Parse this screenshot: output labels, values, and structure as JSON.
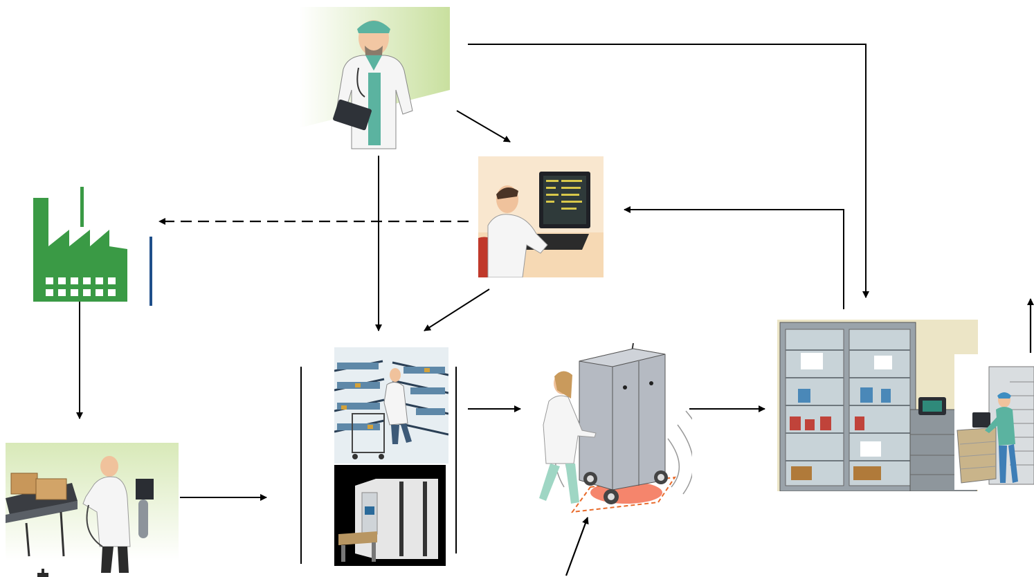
{
  "diagram": {
    "nodes": [
      {
        "id": "doctor",
        "icon": "doctor-clipboard-icon"
      },
      {
        "id": "pharmacist",
        "icon": "pharmacist-computer-icon"
      },
      {
        "id": "factory",
        "icon": "factory-icon"
      },
      {
        "id": "packing",
        "icon": "packing-line-icon"
      },
      {
        "id": "warehouse",
        "icon": "warehouse-shelves-icon"
      },
      {
        "id": "robot",
        "icon": "dispensing-robot-icon"
      },
      {
        "id": "cart",
        "icon": "rfid-transport-cabinet-icon"
      },
      {
        "id": "cabinet",
        "icon": "ward-medication-cabinet-icon"
      },
      {
        "id": "nurse",
        "icon": "nurse-medication-cart-icon"
      }
    ],
    "edges": [
      {
        "from": "doctor",
        "to": "pharmacist",
        "style": "solid"
      },
      {
        "from": "doctor",
        "to": "warehouse",
        "style": "solid"
      },
      {
        "from": "doctor",
        "to": "cabinet",
        "style": "solid"
      },
      {
        "from": "pharmacist",
        "to": "factory",
        "style": "dashed"
      },
      {
        "from": "pharmacist",
        "to": "warehouse",
        "style": "solid"
      },
      {
        "from": "cabinet",
        "to": "pharmacist",
        "style": "solid"
      },
      {
        "from": "factory",
        "to": "packing",
        "style": "solid"
      },
      {
        "from": "packing",
        "to": "warehouse",
        "style": "solid"
      },
      {
        "from": "warehouse",
        "to": "cart",
        "style": "solid"
      },
      {
        "from": "cart",
        "to": "cabinet",
        "style": "solid"
      },
      {
        "from": "external",
        "to": "cart",
        "style": "solid"
      },
      {
        "from": "nurse",
        "to": "external",
        "style": "solid"
      }
    ],
    "colors": {
      "line": "#000000",
      "factory": "#3a9a45",
      "wall_green": "#d6e8b4",
      "warm_bg": "#f6d9b4",
      "cabinet_grey": "#b5bac2",
      "coat": "#f5f5f5",
      "scrubs": "#5bb3a0"
    }
  }
}
